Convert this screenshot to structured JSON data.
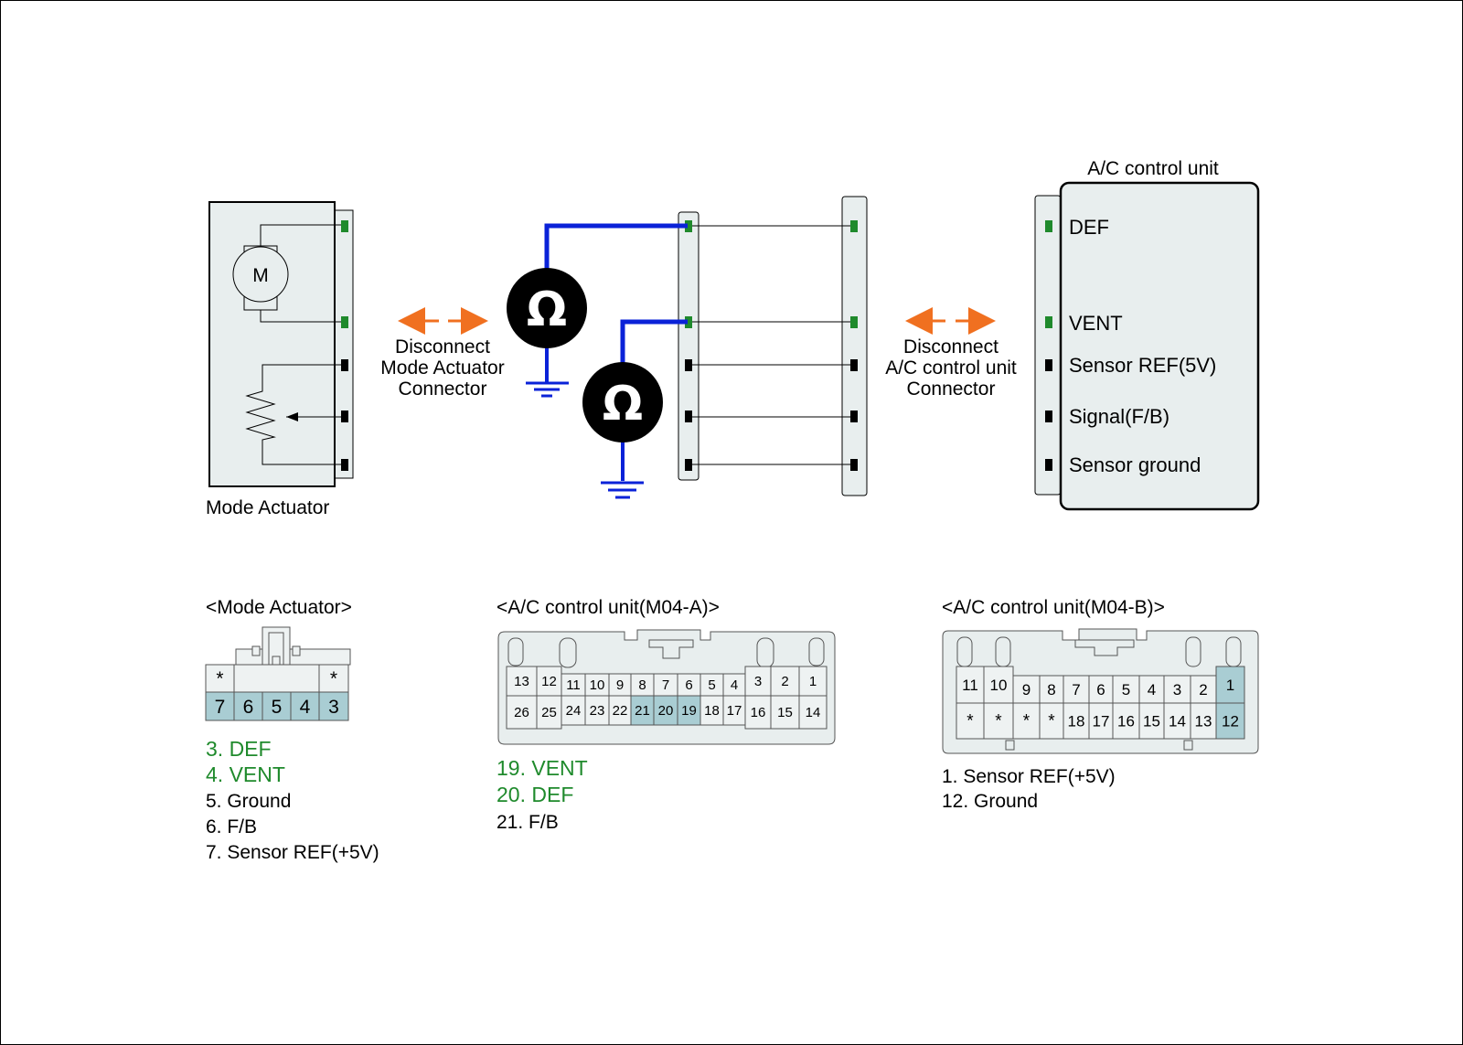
{
  "diagram": {
    "mode_actuator": {
      "label": "Mode Actuator",
      "motor_symbol": "M"
    },
    "disconnect_left": [
      "Disconnect",
      "Mode Actuator",
      "Connector"
    ],
    "disconnect_right": [
      "Disconnect",
      "A/C control unit",
      "Connector"
    ],
    "ohm_symbol": "Ω",
    "ac_unit": {
      "title": "A/C control unit",
      "terminals": [
        {
          "label": "DEF",
          "color": "#1f8a2c"
        },
        {
          "label": "VENT",
          "color": "#1f8a2c"
        },
        {
          "label": "Sensor REF(5V)",
          "color": "#000000"
        },
        {
          "label": "Signal(F/B)",
          "color": "#000000"
        },
        {
          "label": "Sensor ground",
          "color": "#000000"
        }
      ]
    },
    "colors": {
      "wire_meter": "#0a22d8",
      "arrow": "#f07020",
      "pin_green": "#1f8a2c",
      "pin_black": "#000000",
      "highlight_cell": "#a9cdd3"
    }
  },
  "connectors": {
    "mode_actuator": {
      "title": "<Mode Actuator>",
      "top_row": [
        "*",
        "",
        "",
        "",
        "*"
      ],
      "bottom_row": [
        "7",
        "6",
        "5",
        "4",
        "3"
      ],
      "highlighted": [
        "7",
        "6",
        "5",
        "4",
        "3"
      ],
      "legend": [
        {
          "text": "3. DEF",
          "color": "#1f8a2c"
        },
        {
          "text": "4. VENT",
          "color": "#1f8a2c"
        },
        {
          "text": "5. Ground",
          "color": "#000000"
        },
        {
          "text": "6. F/B",
          "color": "#000000"
        },
        {
          "text": "7. Sensor REF(+5V)",
          "color": "#000000"
        }
      ]
    },
    "m04a": {
      "title": "<A/C control unit(M04-A)>",
      "top_row": [
        "13",
        "12",
        "11",
        "10",
        "9",
        "8",
        "7",
        "6",
        "5",
        "4",
        "3",
        "2",
        "1"
      ],
      "bottom_row": [
        "26",
        "25",
        "24",
        "23",
        "22",
        "21",
        "20",
        "19",
        "18",
        "17",
        "16",
        "15",
        "14"
      ],
      "highlighted": [
        "21",
        "20",
        "19"
      ],
      "legend": [
        {
          "text": "19. VENT",
          "color": "#1f8a2c"
        },
        {
          "text": "20. DEF",
          "color": "#1f8a2c"
        },
        {
          "text": "21. F/B",
          "color": "#000000"
        }
      ]
    },
    "m04b": {
      "title": "<A/C control unit(M04-B)>",
      "top_row": [
        "11",
        "10",
        "9",
        "8",
        "7",
        "6",
        "5",
        "4",
        "3",
        "2",
        "1"
      ],
      "bottom_row": [
        "*",
        "*",
        "*",
        "*",
        "18",
        "17",
        "16",
        "15",
        "14",
        "13",
        "12"
      ],
      "highlighted": [
        "1",
        "12"
      ],
      "legend": [
        {
          "text": "1. Sensor REF(+5V)",
          "color": "#000000"
        },
        {
          "text": "12. Ground",
          "color": "#000000"
        }
      ]
    }
  }
}
